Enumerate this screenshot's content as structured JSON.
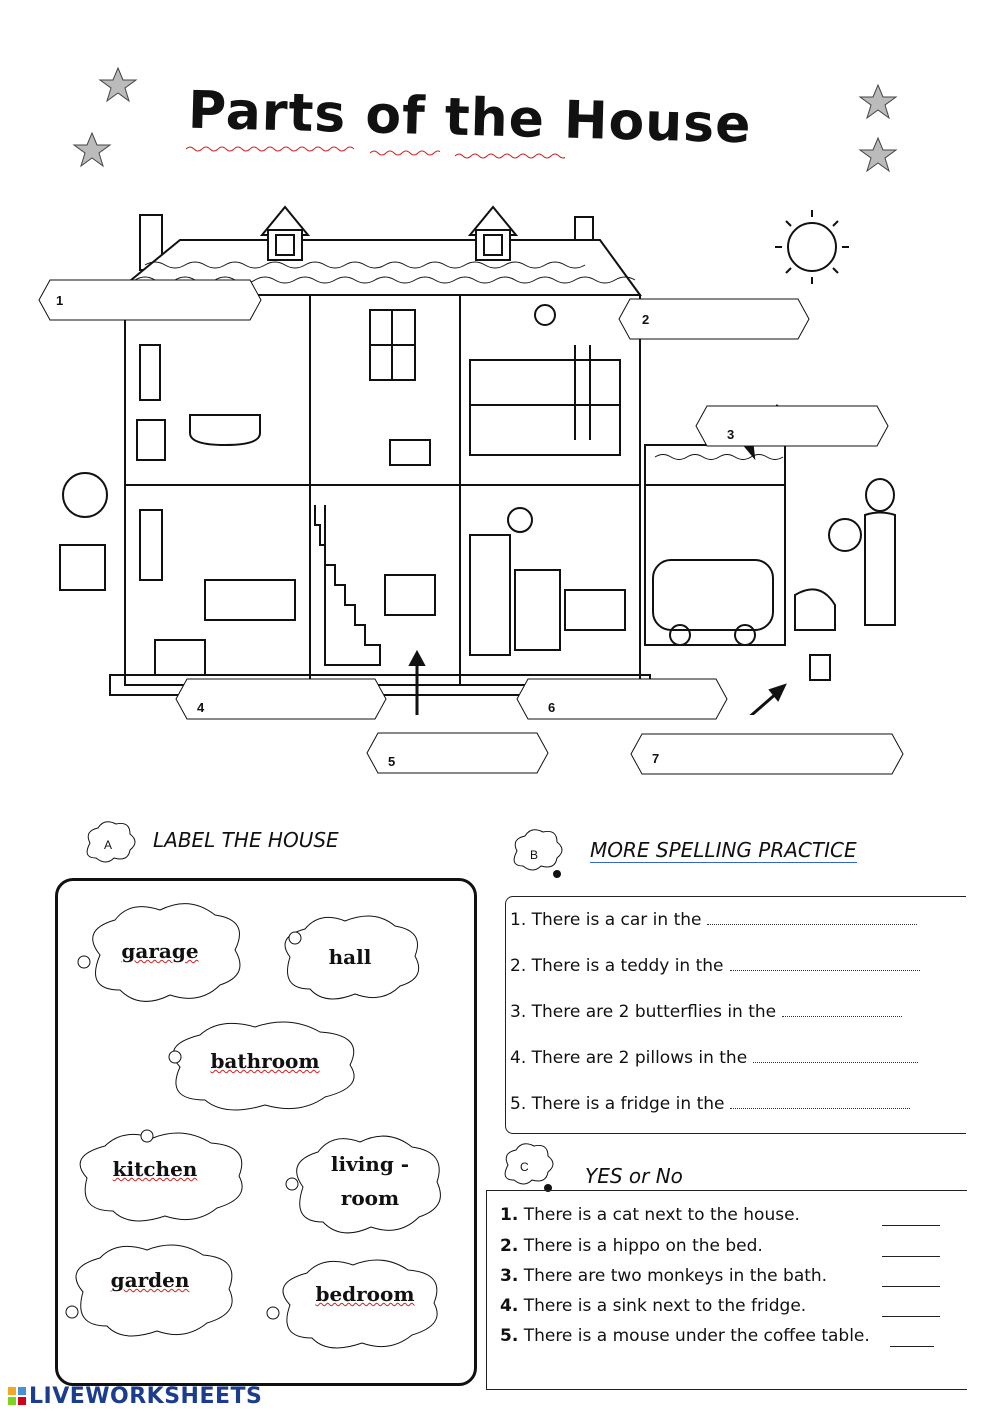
{
  "title": "Parts of the House",
  "labels": [
    "1",
    "2",
    "3",
    "4",
    "5",
    "6",
    "7"
  ],
  "section_a": {
    "letter": "A",
    "heading": "LABEL THE HOUSE"
  },
  "words": [
    "garage",
    "hall",
    "bathroom",
    "kitchen",
    "living -",
    "room",
    "garden",
    "bedroom"
  ],
  "section_b": {
    "letter": "B",
    "heading": "MORE  SPELLING PRACTICE",
    "sentences": [
      "1.  There is a car in the",
      "2.  There is a teddy in the",
      "3.  There are 2 butterflies in the",
      "4.  There are 2 pillows in the",
      "5.  There is a fridge in the"
    ]
  },
  "section_c": {
    "letter": "C",
    "heading": "YES or No",
    "sentences": [
      {
        "num": "1.",
        "text": " There is a cat next to the house."
      },
      {
        "num": "2.",
        "text": " There is a hippo on the bed."
      },
      {
        "num": "3.",
        "text": " There are two monkeys in the bath."
      },
      {
        "num": "4.",
        "text": " There is a sink next to the fridge."
      },
      {
        "num": "5.",
        "text": " There is a mouse under the coffee table."
      }
    ]
  },
  "footer": {
    "logo": "LIVEWORKSHEETS"
  },
  "colors": {
    "logo": "#1a3d8f",
    "spell_underline": "#c22222"
  }
}
